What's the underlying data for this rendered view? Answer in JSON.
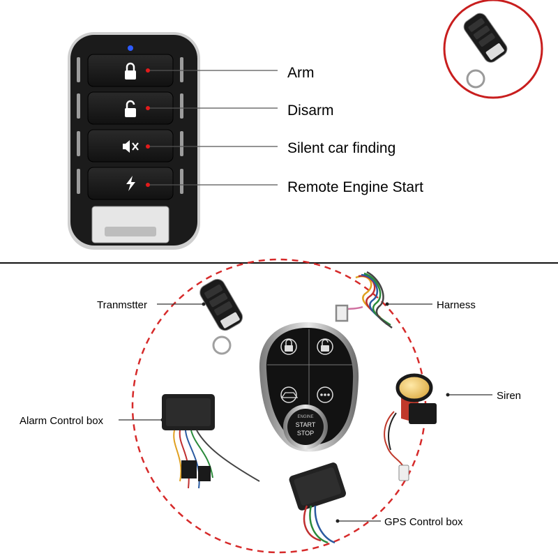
{
  "remote_buttons": {
    "arm": "Arm",
    "disarm": "Disarm",
    "silent": "Silent car finding",
    "engine": "Remote Engine Start"
  },
  "kit_components": {
    "transmitter": "Tranmstter",
    "harness": "Harness",
    "siren": "Siren",
    "alarm_box": "Alarm Control box",
    "gps_box": "GPS Control box"
  },
  "start_button": {
    "engine": "ENGINE",
    "start": "START",
    "stop": "STOP"
  },
  "colors": {
    "pointer_dot": "#e21b1b",
    "ring_dash": "#d62a2a",
    "remote_body": "#1b1b1b"
  }
}
